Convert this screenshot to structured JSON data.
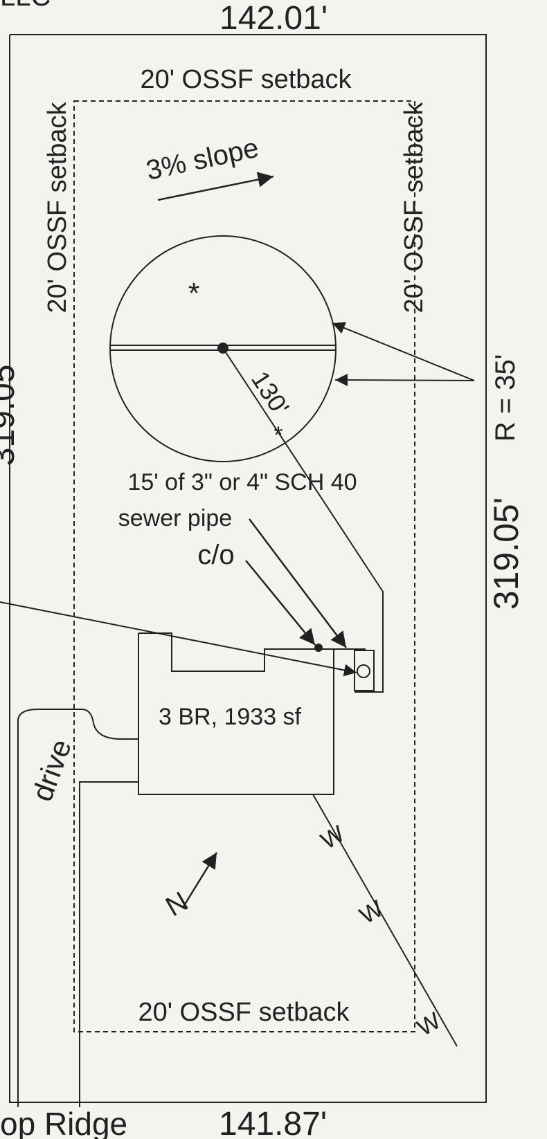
{
  "colors": {
    "ink": "#222222",
    "paper": "#f4f3f0"
  },
  "dimensions": {
    "top": "142.01'",
    "bottom": "141.87'",
    "right": "319.05'",
    "left_partial": "319.05",
    "top_left_partial": "LLC"
  },
  "setback": {
    "top": "20' OSSF setback",
    "bottom": "20' OSSF setback",
    "left": "20' OSSF setback",
    "right": "20' OSSF setback"
  },
  "slope": {
    "label": "3% slope"
  },
  "spray_area": {
    "radius_label": "R = 35'",
    "asterisk": "*"
  },
  "line_labels": {
    "distance": "130'",
    "pipe_line1": "15' of 3\" or 4\" SCH 40",
    "pipe_line2": "sewer pipe",
    "cleanout": "c/o"
  },
  "house": {
    "label": "3 BR, 1933 sf"
  },
  "drive": {
    "label": "drive"
  },
  "road": {
    "label": "op Ridge"
  },
  "water_line": {
    "marks": [
      "W",
      "W",
      "W"
    ]
  },
  "north": {
    "label": "N"
  }
}
